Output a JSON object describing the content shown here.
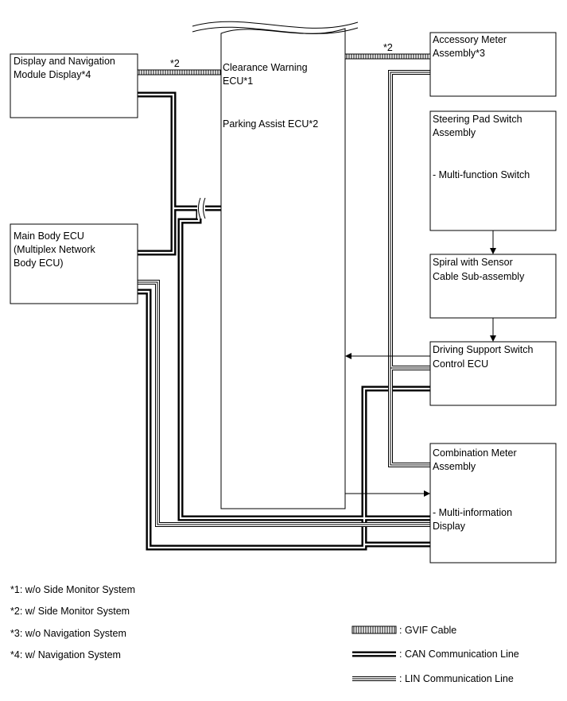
{
  "components": {
    "display_nav": [
      "Display and Navigation",
      "Module Display*4"
    ],
    "main_body": [
      "Main Body ECU",
      "(Multiplex Network",
      "Body ECU)"
    ],
    "center": {
      "clearance": [
        "Clearance Warning",
        "ECU*1"
      ],
      "parking": "Parking Assist ECU*2"
    },
    "accessory_meter": [
      "Accessory Meter",
      "Assembly*3"
    ],
    "steering_pad": [
      "Steering Pad Switch",
      "Assembly",
      "- Multi-function Switch"
    ],
    "spiral": [
      "Spiral with Sensor",
      "Cable Sub-assembly"
    ],
    "driving_support": [
      "Driving Support Switch",
      "Control ECU"
    ],
    "combination_meter": [
      "Combination Meter",
      "Assembly",
      "- Multi-information",
      "Display"
    ]
  },
  "cable_tags": {
    "left": "*2",
    "right": "*2"
  },
  "footnotes": [
    "*1: w/o Side Monitor System",
    "*2: w/ Side Monitor System",
    "*3: w/o Navigation System",
    "*4: w/ Navigation System"
  ],
  "legend": [
    {
      "key": "gvif",
      "label": ": GVIF Cable"
    },
    {
      "key": "can",
      "label": ": CAN Communication Line"
    },
    {
      "key": "lin",
      "label": ": LIN Communication Line"
    }
  ]
}
